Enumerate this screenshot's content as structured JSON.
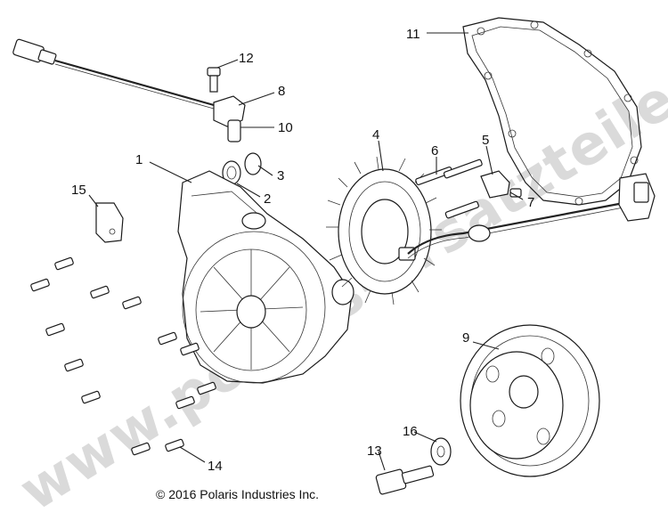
{
  "watermark": "www.polaris-ersatzteile.de",
  "copyright": "© 2016 Polaris Industries Inc.",
  "callouts": [
    "1",
    "2",
    "3",
    "4",
    "5",
    "6",
    "7",
    "8",
    "9",
    "10",
    "11",
    "12",
    "13",
    "14",
    "15",
    "16"
  ]
}
